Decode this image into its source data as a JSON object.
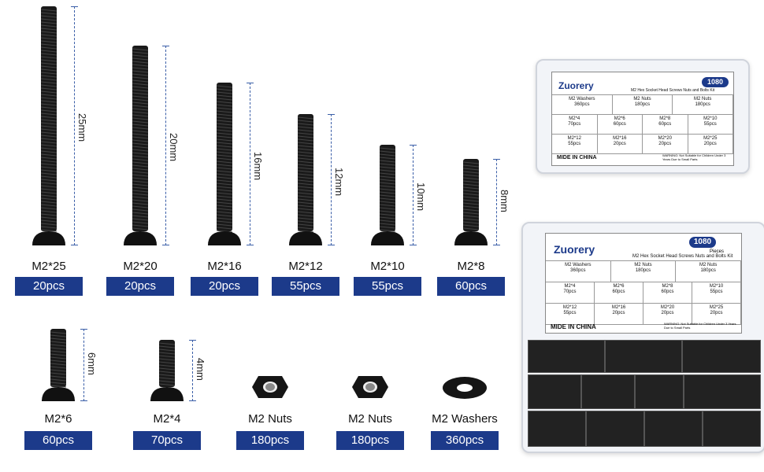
{
  "items": [
    {
      "size": "M2*25",
      "qty": "20pcs",
      "length": "25mm"
    },
    {
      "size": "M2*20",
      "qty": "20pcs",
      "length": "20mm"
    },
    {
      "size": "M2*16",
      "qty": "20pcs",
      "length": "16mm"
    },
    {
      "size": "M2*12",
      "qty": "55pcs",
      "length": "12mm"
    },
    {
      "size": "M2*10",
      "qty": "55pcs",
      "length": "10mm"
    },
    {
      "size": "M2*8",
      "qty": "60pcs",
      "length": "8mm"
    },
    {
      "size": "M2*6",
      "qty": "60pcs",
      "length": "6mm"
    },
    {
      "size": "M2*4",
      "qty": "70pcs",
      "length": "4mm"
    },
    {
      "size": "M2 Nuts",
      "qty": "180pcs"
    },
    {
      "size": "M2 Nuts",
      "qty": "180pcs"
    },
    {
      "size": "M2 Washers",
      "qty": "360pcs"
    }
  ],
  "box": {
    "brand": "Zuorery",
    "count": "1080",
    "count_sub": "Pieces",
    "kit_title": "M2 Hex Socket Head Screws Nuts and Bolts Kit",
    "footer": "MIDE IN CHINA",
    "warning": "WARNING: Not Suitable for Children Under 3 Years Due to Small Parts",
    "cells": [
      "M2 Washers\n360pcs",
      "M2 Nuts\n180pcs",
      "M2 Nuts\n180pcs",
      "M2*4\n70pcs",
      "M2*6\n60pcs",
      "M2*8\n60pcs",
      "M2*10\n55pcs",
      "M2*12\n55pcs",
      "M2*16\n20pcs",
      "M2*20\n20pcs",
      "M2*25\n20pcs"
    ]
  },
  "colors": {
    "badge": "#1c3a8a",
    "dimension": "#3b5fa8",
    "metal": "#1a1a1a"
  }
}
